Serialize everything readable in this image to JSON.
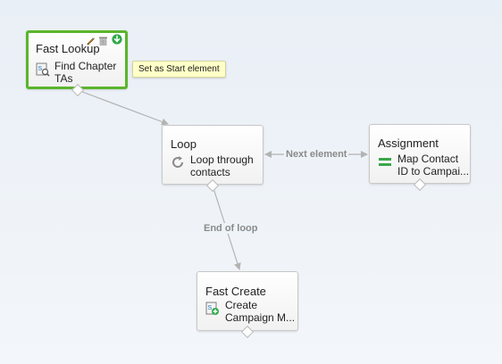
{
  "nodes": {
    "fast_lookup": {
      "title": "Fast Lookup",
      "description_line1": "Find Chapter",
      "description_line2": "TAs",
      "icon": "fast-lookup-icon"
    },
    "loop": {
      "title": "Loop",
      "description_line1": "Loop through",
      "description_line2": "contacts",
      "icon": "loop-icon"
    },
    "assignment": {
      "title": "Assignment",
      "description_line1": "Map Contact",
      "description_line2": "ID to Campai...",
      "icon": "assignment-icon"
    },
    "fast_create": {
      "title": "Fast Create",
      "description_line1": "Create",
      "description_line2": "Campaign M...",
      "icon": "fast-create-icon"
    }
  },
  "connectors": {
    "next_element_label": "Next element",
    "end_of_loop_label": "End of loop"
  },
  "tooltip": {
    "text": "Set as Start element"
  },
  "toolbar_icons": [
    "edit-icon",
    "delete-icon",
    "set-start-icon"
  ],
  "colors": {
    "selected_border": "#5ab52c",
    "tooltip_bg": "#ffffc8",
    "connector": "#b3b3b3",
    "label_text": "#8a8a8a"
  }
}
